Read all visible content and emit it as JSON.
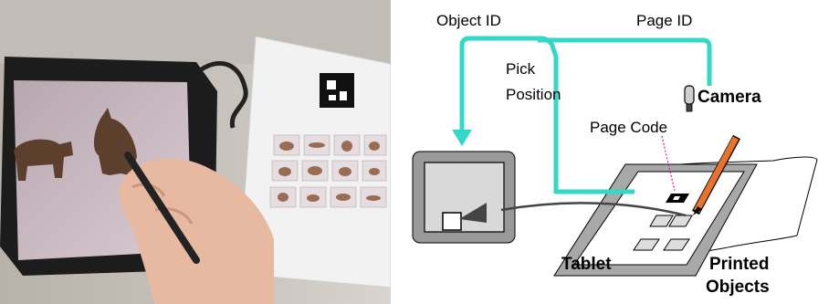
{
  "photo": {
    "subject": "hand holding stylus on a pen tablet showing animal silhouettes, next to a printed sheet with a fiducial marker and animal thumbnails"
  },
  "diagram": {
    "labels": {
      "object_id": "Object ID",
      "page_id": "Page ID",
      "pick": "Pick",
      "position": "Position",
      "camera": "Camera",
      "page_code": "Page Code",
      "tablet": "Tablet",
      "printed": "Printed",
      "objects": "Objects"
    },
    "colors": {
      "connection": "#33d9c6",
      "screen_outer": "#999999",
      "pen": "#e8732a"
    }
  }
}
